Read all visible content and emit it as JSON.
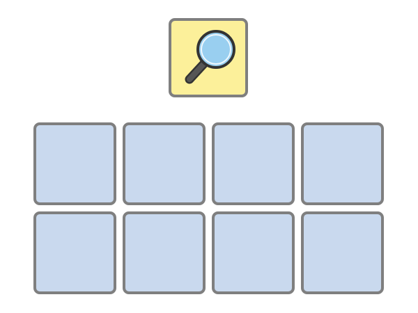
{
  "target": {
    "icon": "magnifying-glass-icon",
    "card_color": "#fcf09a",
    "lens_color": "#99cff0",
    "handle_color": "#555555"
  },
  "board": {
    "rows": 2,
    "columns": 4,
    "cards": [
      {
        "state": "face-down"
      },
      {
        "state": "face-down"
      },
      {
        "state": "face-down"
      },
      {
        "state": "face-down"
      },
      {
        "state": "face-down"
      },
      {
        "state": "face-down"
      },
      {
        "state": "face-down"
      },
      {
        "state": "face-down"
      }
    ],
    "card_back_color": "#c9d9ee",
    "border_color": "#7f7f7f"
  }
}
